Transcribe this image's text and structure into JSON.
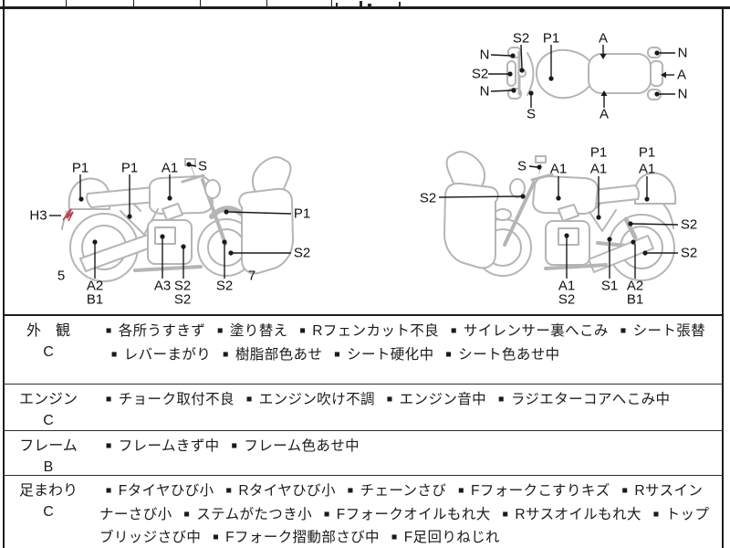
{
  "colors": {
    "sketch_outline": "#b5b5b5",
    "annotation": "#1a1a1a",
    "damage_marker_red": "#b84150"
  },
  "diagrams": {
    "top": {
      "labels": [
        "S2",
        "P1",
        "A",
        "N",
        "S2",
        "N",
        "N",
        "A",
        "N",
        "S",
        "A"
      ]
    },
    "left": {
      "labels": [
        "P1",
        "P1",
        "A1",
        "S",
        "H3",
        "P1",
        "S2",
        "A2",
        "B1",
        "A3",
        "S2",
        "S2",
        "S2",
        "5",
        "7"
      ]
    },
    "right": {
      "labels": [
        "S2",
        "S",
        "A1",
        "P1",
        "A1",
        "P1",
        "A1",
        "S2",
        "S2",
        "A1",
        "S2",
        "S1",
        "A2",
        "B1"
      ]
    }
  },
  "sections": [
    {
      "name": "外　観",
      "grade": "C",
      "items": [
        "各所うすきず",
        "塗り替え",
        "Rフェンカット不良",
        "サイレンサー裏へこみ",
        "シート張替",
        "レバーまがり",
        "樹脂部色あせ",
        "シート硬化中",
        "シート色あせ中"
      ]
    },
    {
      "name": "エンジン",
      "grade": "C",
      "items": [
        "チョーク取付不良",
        "エンジン吹け不調",
        "エンジン音中",
        "ラジエターコアへこみ中"
      ]
    },
    {
      "name": "フレーム",
      "grade": "B",
      "items": [
        "フレームきず中",
        "フレーム色あせ中"
      ]
    },
    {
      "name": "足まわり",
      "grade": "C",
      "items": [
        "Fタイヤひび小",
        "Rタイヤひび小",
        "チェーンさび",
        "Fフォークこすりキズ",
        "Rサスインナーさび小",
        "ステムがたつき小",
        "Fフォークオイルもれ大",
        "Rサスオイルもれ大",
        "トップブリッジさび中",
        "Fフォーク摺動部さび中",
        "F足回りねじれ"
      ]
    }
  ]
}
